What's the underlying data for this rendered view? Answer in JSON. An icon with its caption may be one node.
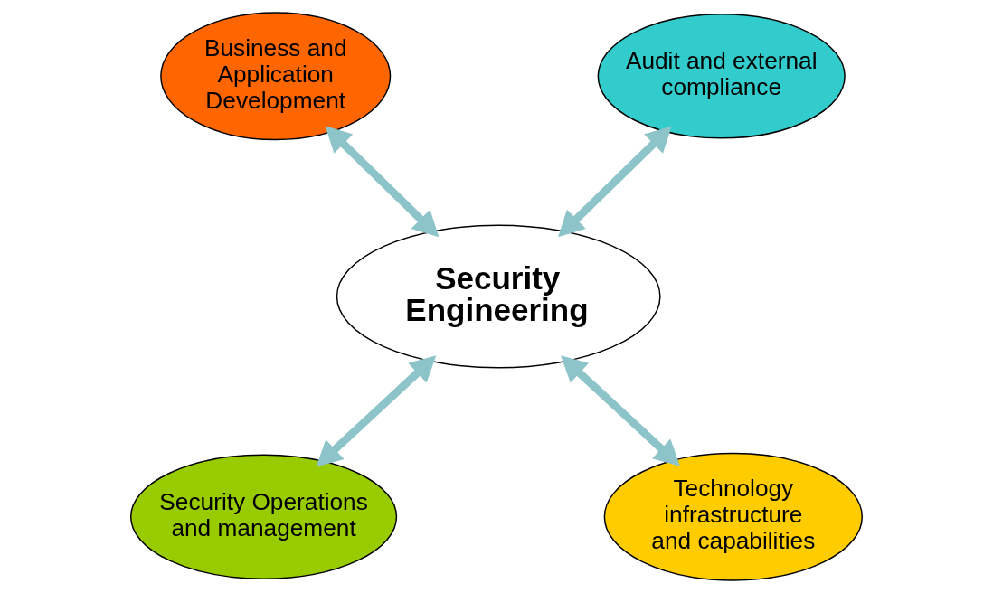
{
  "diagram": {
    "nodes": [
      {
        "text": [
          "Business and Application Development"
        ]
      },
      {
        "text": [
          "Audit and external compliance"
        ]
      },
      {
        "text": [
          "Security Engineering"
        ]
      },
      {
        "text": [
          "Security Operations and management"
        ]
      },
      {
        "text": [
          "Technology infrastructure and capabilities"
        ]
      }
    ],
    "edges": [
      {
        "from": 0,
        "to": 2,
        "arrow": "both"
      },
      {
        "from": 1,
        "to": 2,
        "arrow": "both"
      },
      {
        "from": 2,
        "to": 3,
        "arrow": "both"
      },
      {
        "from": 2,
        "to": 4,
        "arrow": "both"
      }
    ]
  }
}
